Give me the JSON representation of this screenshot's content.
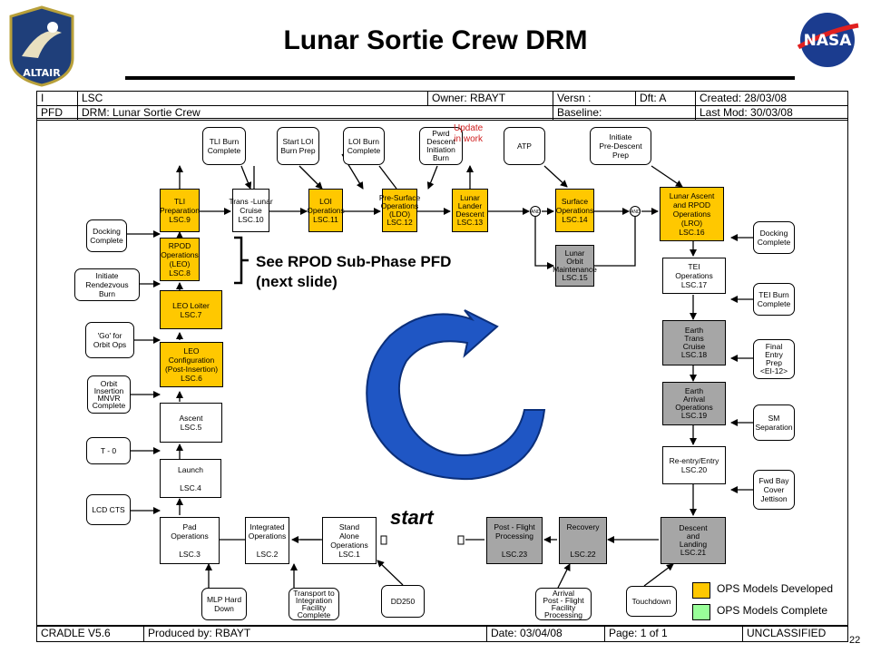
{
  "title": "Lunar Sortie Crew DRM",
  "logos": {
    "left": "ALTAIR",
    "right": "NASA"
  },
  "header": {
    "row1": {
      "c1": "I",
      "c2": "LSC",
      "owner": "Owner: RBAYT",
      "versn": "Versn :",
      "dft": "Dft: A",
      "created": "Created: 28/03/08"
    },
    "row2": {
      "c1": "PFD",
      "c2": "DRM: Lunar Sortie Crew",
      "baseline": "Baseline:",
      "lastmod": "Last Mod: 30/03/08"
    }
  },
  "footer": {
    "cradle": "CRADLE V5.6",
    "produced": "Produced by: RBAYT",
    "date": "Date: 03/04/08",
    "page": "Page: 1   of 1",
    "class": "UNCLASSIFIED",
    "page_number": "22"
  },
  "annotations": {
    "update": "Update\nin work",
    "rpod_note": "See RPOD Sub-Phase PFD\n(next slide)",
    "start": "start"
  },
  "legend": {
    "developed": "OPS Models Developed",
    "complete": "OPS Models Complete",
    "developed_color": "#FFC800",
    "complete_color": "#99FF99"
  },
  "nodes": {
    "tli_burn": "TLI Burn\nComplete",
    "start_loi": "Start LOI\nBurn Prep",
    "loi_burn": "LOI Burn\nComplete",
    "pwrd": "Pwrd\nDescent\nInitiation\nBurn",
    "atp": "ATP",
    "initiate_pd": "Initiate\nPre-Descent\nPrep",
    "tli_prep": "TLI\nPreparation\nLSC.9",
    "trans_lunar": "Trans -Lunar\nCruise\nLSC.10",
    "loi_ops": "LOI\nOperations\nLSC.11",
    "pre_surface": "Pre-Surface\nOperations\n(LDO)\nLSC.12",
    "lander_descent": "Lunar\nLander\nDescent\nLSC.13",
    "and1": "AND",
    "surface_ops": "Surface\nOperations\nLSC.14",
    "and2": "AND",
    "ascent_rpod": "Lunar Ascent\nand RPOD\nOperations\n(LRO)\nLSC.16",
    "orbit_maint": "Lunar\nOrbit\nMaintenance\nLSC.15",
    "docking_left": "Docking\nComplete",
    "docking_right": "Docking\nComplete",
    "rpod_leo": "RPOD\nOperations\n(LEO)\nLSC.8",
    "init_rendezvous": "Initiate\nRendezvous\nBurn",
    "tei_ops": "TEI\nOperations\nLSC.17",
    "tei_burn": "TEI Burn\nComplete",
    "leo_loiter": "LEO Loiter\nLSC.7",
    "go_orbit": "'Go' for\nOrbit Ops",
    "earth_trans": "Earth\nTrans\nCruise\nLSC.18",
    "final_entry": "Final\nEntry\nPrep\n<EI-12>",
    "leo_config": "LEO\nConfiguration\n(Post-Insertion)\nLSC.6",
    "orbit_insertion": "Orbit\nInsertion\nMNVR\nComplete",
    "earth_arrival": "Earth\nArrival\nOperations\nLSC.19",
    "sm_sep": "SM\nSeparation",
    "ascent": "Ascent\nLSC.5",
    "t0": "T - 0",
    "reentry": "Re-entry/Entry\nLSC.20",
    "fwd_bay": "Fwd Bay\nCover\nJettison",
    "launch": "Launch\n\nLSC.4",
    "lcd_cts": "LCD CTS",
    "pad_ops": "Pad\nOperations\n\nLSC.3",
    "integrated_ops": "Integrated\nOperations\n\nLSC.2",
    "standalone_ops": "Stand\nAlone\nOperations\nLSC.1",
    "post_flight": "Post - Flight\nProcessing\n\nLSC.23",
    "recovery": "Recovery\n\n\nLSC.22",
    "descent_landing": "Descent\nand\nLanding\nLSC.21",
    "mlp_hard": "MLP Hard\nDown",
    "transport": "Transport to\nIntegration\nFacility\nComplete",
    "dd250": "DD250",
    "arrival_pff": "Arrival\nPost - Flight\nFacility\nProcessing",
    "touchdown": "Touchdown"
  }
}
